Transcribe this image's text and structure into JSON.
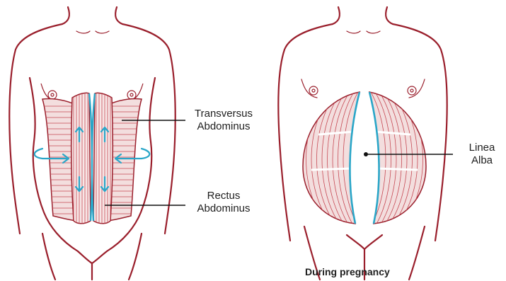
{
  "labels": {
    "transversus": [
      "Transversus",
      "Abdominus"
    ],
    "rectus": [
      "Rectus",
      "Abdominus"
    ],
    "linea": [
      "Linea",
      "Alba"
    ]
  },
  "caption": "During pregnancy",
  "colors": {
    "outline": "#9a1f2c",
    "muscle_fill": "#f3dede",
    "muscle_line": "#c64a55",
    "linea_alba": "#2aa6c8",
    "leader": "#111111"
  }
}
